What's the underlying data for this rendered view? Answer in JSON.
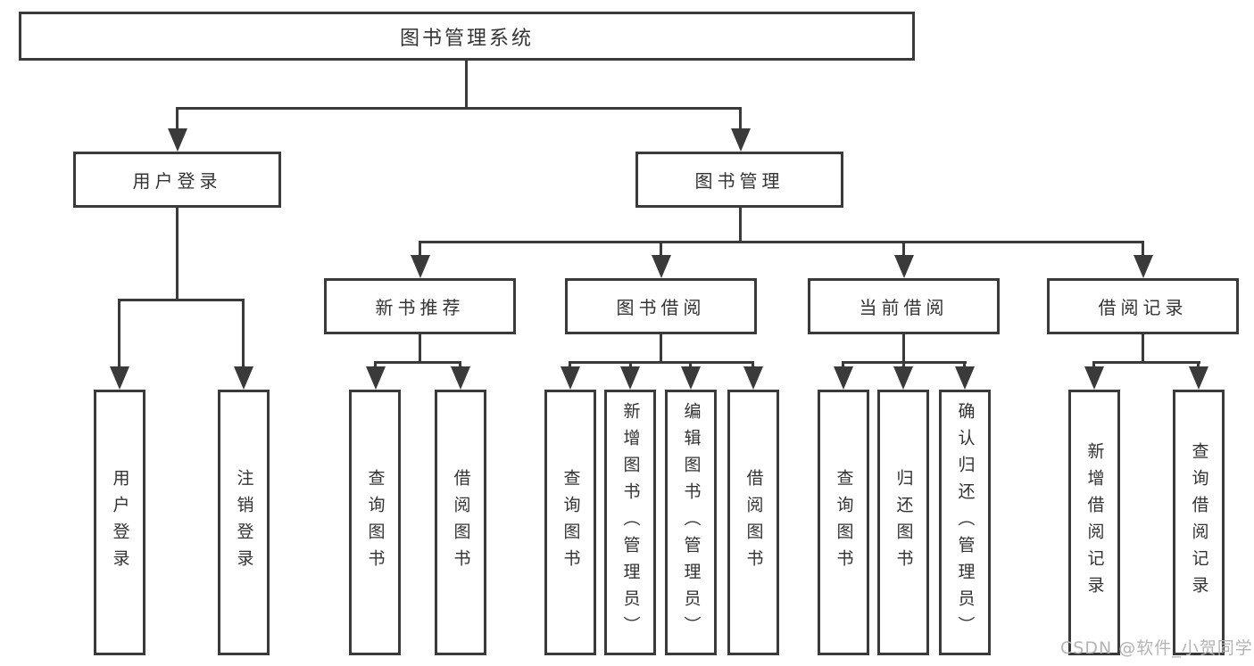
{
  "colors": {
    "line": "#3a3a3a",
    "text": "#333333",
    "watermark": "#b4b4b4",
    "bg": "#ffffff"
  },
  "tree": {
    "root": "图书管理系统",
    "branches": [
      {
        "label": "用户登录",
        "children": [
          "用户登录",
          "注销登录"
        ]
      },
      {
        "label": "图书管理",
        "groups": [
          {
            "label": "新书推荐",
            "children": [
              "查询图书",
              "借阅图书"
            ]
          },
          {
            "label": "图书借阅",
            "children": [
              "查询图书",
              "新增图书（管理员）",
              "编辑图书（管理员）",
              "借阅图书"
            ]
          },
          {
            "label": "当前借阅",
            "children": [
              "查询图书",
              "归还图书",
              "确认归还（管理员）"
            ]
          },
          {
            "label": "借阅记录",
            "children": [
              "新增借阅记录",
              "查询借阅记录"
            ]
          }
        ]
      }
    ]
  },
  "watermark": {
    "text": "CSDN @软件_小贺同学"
  }
}
